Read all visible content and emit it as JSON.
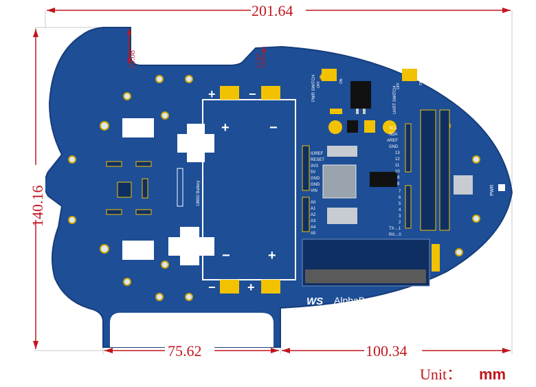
{
  "dimensions": {
    "overall_width": "201.64",
    "overall_height": "140.16",
    "notch_depth": "20.08",
    "step_offset": "11.87",
    "rear_width": "75.62",
    "front_width": "100.34"
  },
  "unit": {
    "prefix": "Unit：",
    "value": "mm"
  },
  "board": {
    "brand": "AlphaBot",
    "logo_text": "WS",
    "battery_label": "18650 Battery",
    "pwr_switch": "PWR SWITCH",
    "uart_switch": "UART SWITCH",
    "on_label": "ON",
    "off_label": "OFF",
    "plus": "+",
    "minus": "−",
    "left_header_labels": [
      "IOREF",
      "RESET",
      "3V3",
      "5V",
      "GND",
      "GND",
      "VIN"
    ],
    "analog_labels": [
      "A0",
      "A1",
      "A2",
      "A3",
      "A4",
      "A5"
    ],
    "right_top_labels": [
      "SCL",
      "SDA",
      "AREF",
      "GND",
      "13",
      "12",
      "11",
      "10",
      "9",
      "8"
    ],
    "right_bottom_labels": [
      "7",
      "6",
      "5",
      "4",
      "3",
      "2",
      "TX→1",
      "RX←0"
    ],
    "pwr_label": "PWR"
  },
  "colors": {
    "pcb_blue": "#1d4e96",
    "pcb_edge": "#163d7a",
    "gold": "#f2c200",
    "dim_red": "#c0161d",
    "outline_gray": "#b9b9b9"
  }
}
